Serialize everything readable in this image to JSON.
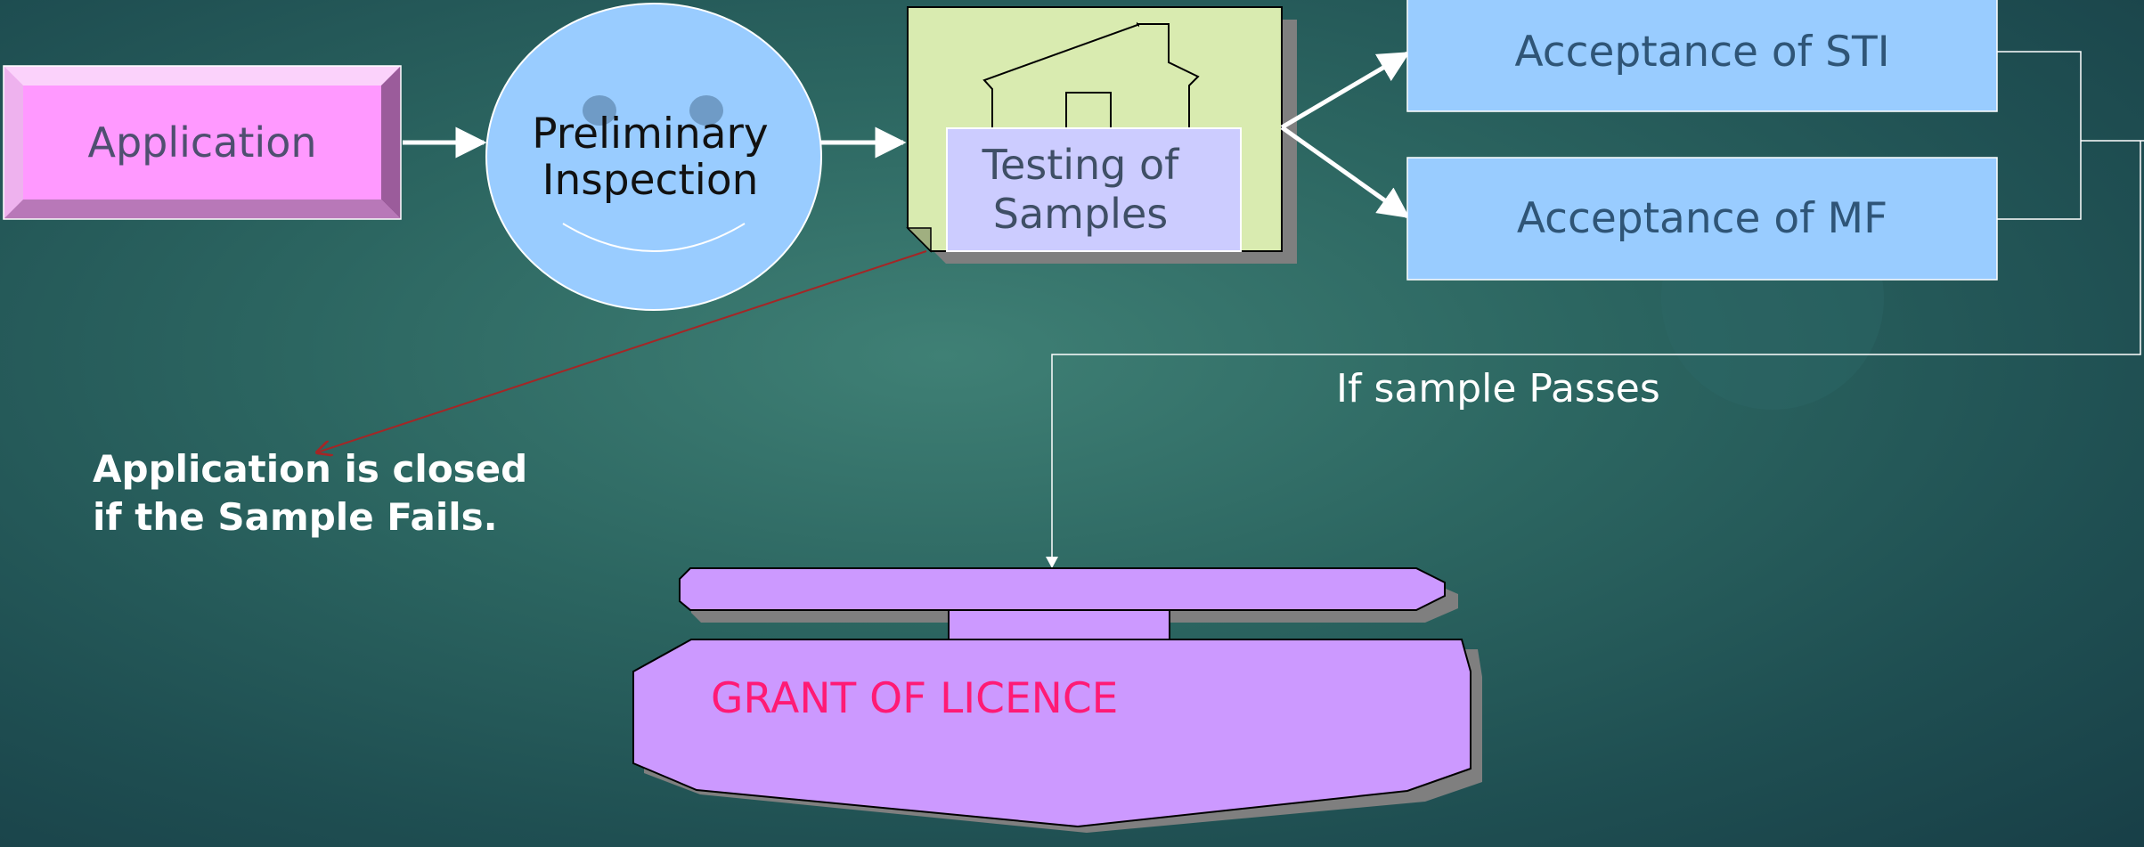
{
  "slide": {
    "nodes": {
      "application": "Application",
      "preliminary_inspection": "Preliminary\nInspection",
      "testing_of_samples": "Testing of\nSamples",
      "acceptance_sti": "Acceptance of STI",
      "acceptance_mf": "Acceptance of MF",
      "grant_of_licence": "GRANT OF LICENCE"
    },
    "labels": {
      "if_sample_passes": "If sample Passes",
      "closed_note": "Application is closed\nif the Sample Fails."
    }
  }
}
